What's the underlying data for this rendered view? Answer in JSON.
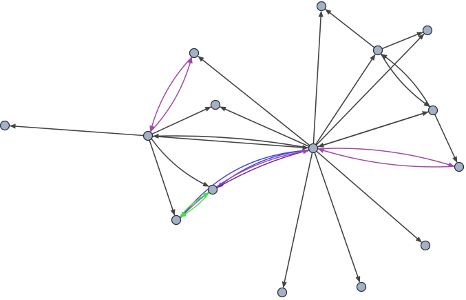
{
  "graph": {
    "type": "directed-multigraph",
    "colors": {
      "background": "#ffffff",
      "node_fill": "#a3b1c6",
      "node_stroke": "#2a2f36",
      "edge_default": "#444444",
      "edge_purple": "#a04aa8",
      "edge_dark_purple": "#7a2a84",
      "edge_blue": "#4646f0",
      "edge_green": "#3ee63e"
    },
    "nodes": [
      {
        "id": "top"
      },
      {
        "id": "farright-top"
      },
      {
        "id": "upper-right-hub"
      },
      {
        "id": "upper-left"
      },
      {
        "id": "mid-small"
      },
      {
        "id": "far-left"
      },
      {
        "id": "right-mid"
      },
      {
        "id": "left-hub"
      },
      {
        "id": "center-hub"
      },
      {
        "id": "far-right"
      },
      {
        "id": "mid-lower"
      },
      {
        "id": "lower-left"
      },
      {
        "id": "lower-right"
      },
      {
        "id": "bottom-center"
      },
      {
        "id": "bottom-right"
      }
    ],
    "edges": [
      {
        "from": "center-hub",
        "to": "top",
        "color": "edge_default"
      },
      {
        "from": "center-hub",
        "to": "upper-right-hub",
        "color": "edge_default"
      },
      {
        "from": "center-hub",
        "to": "farright-top",
        "color": "edge_default"
      },
      {
        "from": "center-hub",
        "to": "upper-left",
        "color": "edge_default"
      },
      {
        "from": "center-hub",
        "to": "mid-small",
        "color": "edge_default"
      },
      {
        "from": "center-hub",
        "to": "right-mid",
        "color": "edge_default"
      },
      {
        "from": "center-hub",
        "to": "left-hub",
        "color": "edge_default"
      },
      {
        "from": "center-hub",
        "to": "far-right",
        "color": "edge_purple"
      },
      {
        "from": "center-hub",
        "to": "mid-lower",
        "color": "edge_blue"
      },
      {
        "from": "center-hub",
        "to": "lower-left",
        "color": "edge_blue"
      },
      {
        "from": "center-hub",
        "to": "lower-right",
        "color": "edge_default"
      },
      {
        "from": "center-hub",
        "to": "bottom-center",
        "color": "edge_default"
      },
      {
        "from": "center-hub",
        "to": "bottom-right",
        "color": "edge_default"
      },
      {
        "from": "upper-right-hub",
        "to": "top",
        "color": "edge_default"
      },
      {
        "from": "upper-right-hub",
        "to": "farright-top",
        "color": "edge_default"
      },
      {
        "from": "upper-right-hub",
        "to": "right-mid",
        "color": "edge_default"
      },
      {
        "from": "right-mid",
        "to": "upper-right-hub",
        "color": "edge_default"
      },
      {
        "from": "right-mid",
        "to": "far-right",
        "color": "edge_default"
      },
      {
        "from": "right-mid",
        "to": "center-hub",
        "color": "edge_default"
      },
      {
        "from": "far-right",
        "to": "center-hub",
        "color": "edge_purple"
      },
      {
        "from": "left-hub",
        "to": "far-left",
        "color": "edge_default"
      },
      {
        "from": "left-hub",
        "to": "upper-left",
        "color": "edge_purple"
      },
      {
        "from": "upper-left",
        "to": "left-hub",
        "color": "edge_purple"
      },
      {
        "from": "left-hub",
        "to": "mid-small",
        "color": "edge_default"
      },
      {
        "from": "left-hub",
        "to": "center-hub",
        "color": "edge_default"
      },
      {
        "from": "left-hub",
        "to": "mid-lower",
        "color": "edge_default"
      },
      {
        "from": "left-hub",
        "to": "lower-left",
        "color": "edge_default"
      },
      {
        "from": "mid-lower",
        "to": "center-hub",
        "color": "edge_dark_purple"
      },
      {
        "from": "lower-left",
        "to": "center-hub",
        "color": "edge_purple"
      },
      {
        "from": "mid-lower",
        "to": "lower-left",
        "color": "edge_green"
      },
      {
        "from": "lower-left",
        "to": "mid-lower",
        "color": "edge_green"
      }
    ]
  }
}
